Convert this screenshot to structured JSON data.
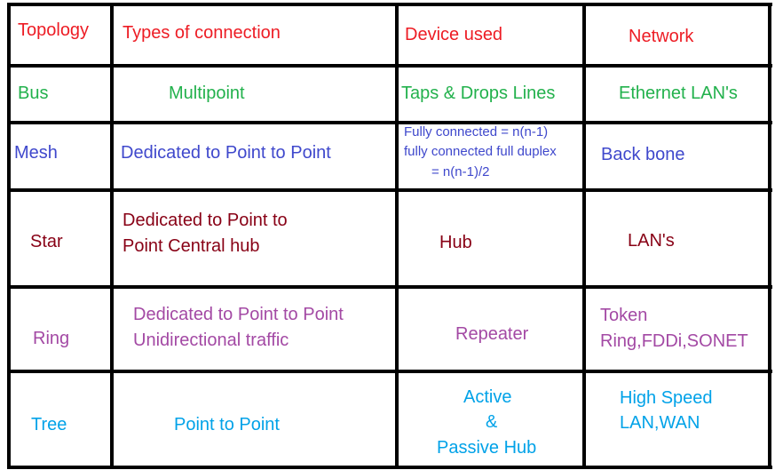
{
  "header": {
    "topology": "Topology",
    "connection": "Types of connection",
    "device": "Device used",
    "network": "Network"
  },
  "rows": [
    {
      "topology": "Bus",
      "connection": [
        "Multipoint"
      ],
      "device": [
        "Taps & Drops Lines"
      ],
      "network": [
        "Ethernet LAN's"
      ]
    },
    {
      "topology": "Mesh",
      "connection": [
        "Dedicated to Point to Point"
      ],
      "device": [
        "Fully connected = n(n-1)",
        "fully connected full duplex",
        "= n(n-1)/2"
      ],
      "network": [
        "Back bone"
      ]
    },
    {
      "topology": "Star",
      "connection": [
        "Dedicated to Point to",
        "Point Central hub"
      ],
      "device": [
        "Hub"
      ],
      "network": [
        "LAN's"
      ]
    },
    {
      "topology": "Ring",
      "connection": [
        "Dedicated to Point to Point",
        "Unidirectional traffic"
      ],
      "device": [
        "Repeater"
      ],
      "network": [
        "Token",
        "Ring,FDDi,SONET"
      ]
    },
    {
      "topology": "Tree",
      "connection": [
        "Point to Point"
      ],
      "device": [
        "Active",
        "&",
        "Passive Hub"
      ],
      "network": [
        "High Speed",
        "LAN,WAN"
      ]
    }
  ],
  "colors": {
    "header": "#ed1c24",
    "bus": "#22b14c",
    "mesh": "#3f48cc",
    "star": "#880015",
    "ring": "#a349a4",
    "tree": "#00a2e8"
  }
}
